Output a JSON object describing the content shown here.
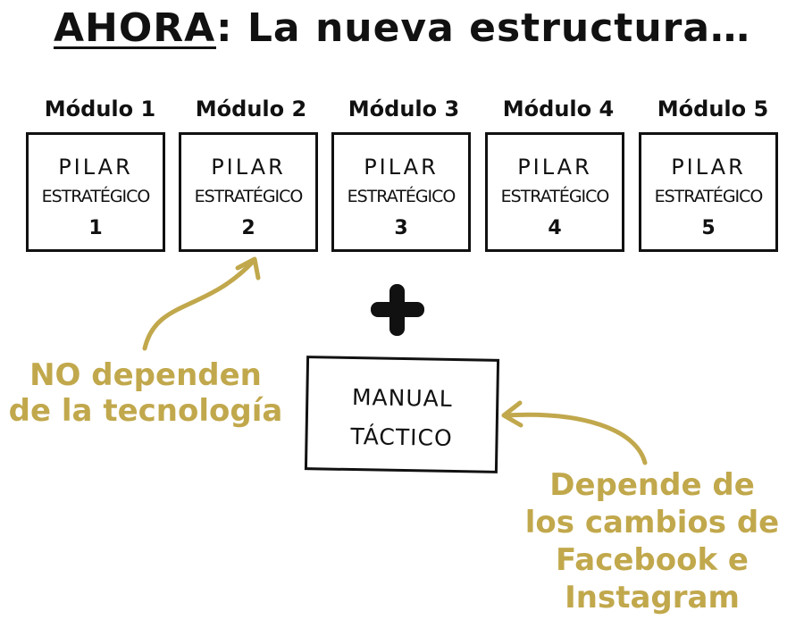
{
  "title": {
    "emphasis": "AHORA",
    "rest": ": La nueva estructura…"
  },
  "modules": [
    {
      "label": "Módulo 1",
      "line1": "PILAR",
      "line2": "ESTRATÉGICO",
      "number": "1"
    },
    {
      "label": "Módulo 2",
      "line1": "PILAR",
      "line2": "ESTRATÉGICO",
      "number": "2"
    },
    {
      "label": "Módulo 3",
      "line1": "PILAR",
      "line2": "ESTRATÉGICO",
      "number": "3"
    },
    {
      "label": "Módulo 4",
      "line1": "PILAR",
      "line2": "ESTRATÉGICO",
      "number": "4"
    },
    {
      "label": "Módulo 5",
      "line1": "PILAR",
      "line2": "ESTRATÉGICO",
      "number": "5"
    }
  ],
  "manual": {
    "line1": "MANUAL",
    "line2": "TÁCTICO"
  },
  "notes": {
    "left": {
      "line1": "NO dependen",
      "line2": "de la tecnología"
    },
    "right": {
      "line1": "Depende de",
      "line2": "los cambios de",
      "line3": "Facebook e",
      "line4": "Instagram"
    }
  },
  "colors": {
    "ink": "#111111",
    "annotation": "#c1a84c",
    "background": "#ffffff"
  },
  "icons": [
    "plus-icon",
    "curved-arrow-icon"
  ]
}
